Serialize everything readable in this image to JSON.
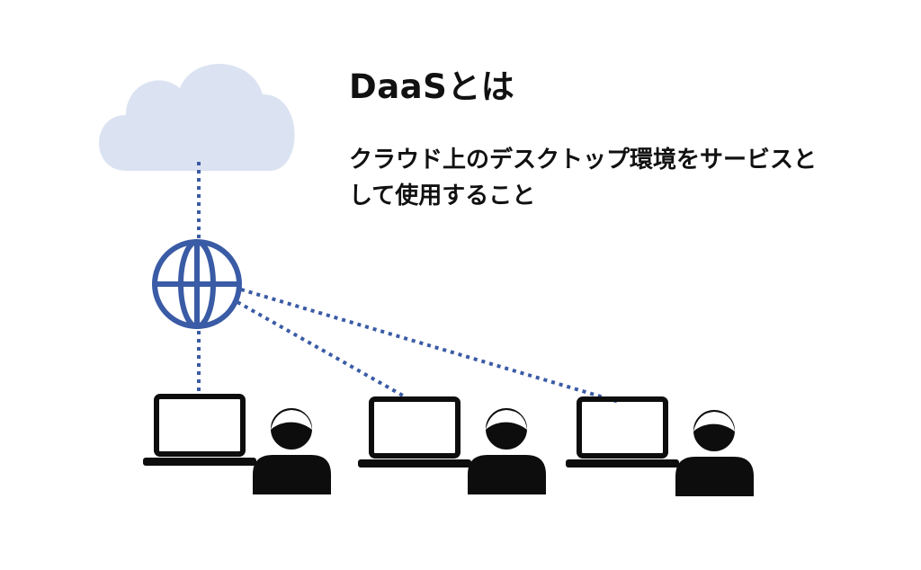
{
  "title": "DaaSとは",
  "description": {
    "line1": "クラウド上のデスクトップ環境をサービスと",
    "line2": "して使用すること"
  },
  "icons": {
    "cloud": "cloud-icon",
    "network": "globe-icon",
    "device": "laptop-icon",
    "user": "user-icon"
  },
  "colors": {
    "cloud_fill": "#dbe3f2",
    "network_line": "#3a5ba5",
    "icon_dark": "#0d0d0d"
  }
}
